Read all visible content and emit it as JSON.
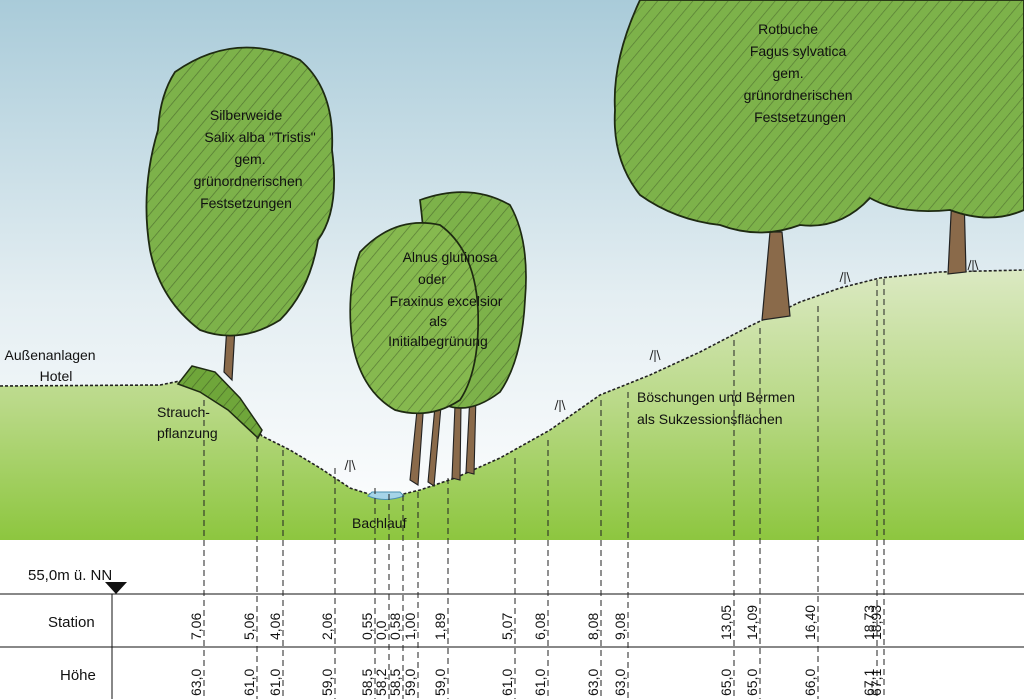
{
  "labels": {
    "silberweide": [
      "Silberweide",
      "Salix alba \"Tristis\"",
      "gem.",
      "grünordnerischen",
      "Festsetzungen"
    ],
    "alnus": [
      "Alnus glutinosa",
      "oder",
      "Fraxinus excelsior",
      "als",
      "Initialbegrünung"
    ],
    "rotbuche": [
      "Rotbuche",
      "Fagus sylvatica",
      "gem.",
      "grünordnerischen",
      "Festsetzungen"
    ],
    "hotel": [
      "Außenanlagen",
      "Hotel"
    ],
    "strauch": [
      "Strauch-",
      "pflanzung"
    ],
    "boeschung": [
      "Böschungen und Bermen",
      "als Sukzessionsflächen"
    ],
    "bachlauf": "Bachlauf"
  },
  "table": {
    "datum": "55,0m ü. NN",
    "station_label": "Station",
    "hoehe_label": "Höhe",
    "columns": [
      {
        "station": "7,06",
        "hoehe": "63,0"
      },
      {
        "station": "5,06",
        "hoehe": "61,0"
      },
      {
        "station": "4,06",
        "hoehe": "61,0"
      },
      {
        "station": "2,06",
        "hoehe": "59,0"
      },
      {
        "station": "0,55",
        "hoehe": "58,5"
      },
      {
        "station": "0,0",
        "hoehe": "58,2"
      },
      {
        "station": "0,58",
        "hoehe": "58,5"
      },
      {
        "station": "1,00",
        "hoehe": "59,0"
      },
      {
        "station": "1,89",
        "hoehe": "59,0"
      },
      {
        "station": "5,07",
        "hoehe": "61,0"
      },
      {
        "station": "6,08",
        "hoehe": "61,0"
      },
      {
        "station": "8,08",
        "hoehe": "63,0"
      },
      {
        "station": "9,08",
        "hoehe": "63,0"
      },
      {
        "station": "13,05",
        "hoehe": "65,0"
      },
      {
        "station": "14,09",
        "hoehe": "65,0"
      },
      {
        "station": "16,40",
        "hoehe": "66,0"
      },
      {
        "station": "18,73",
        "hoehe": "67,1"
      },
      {
        "station": "18,93",
        "hoehe": "67,1"
      }
    ]
  },
  "colors": {
    "sky_top": "#a9cbd9",
    "grass": "#8dc63f",
    "tree": "#7db24a",
    "trunk": "#8a6a4a",
    "water": "#a6d4e8"
  }
}
